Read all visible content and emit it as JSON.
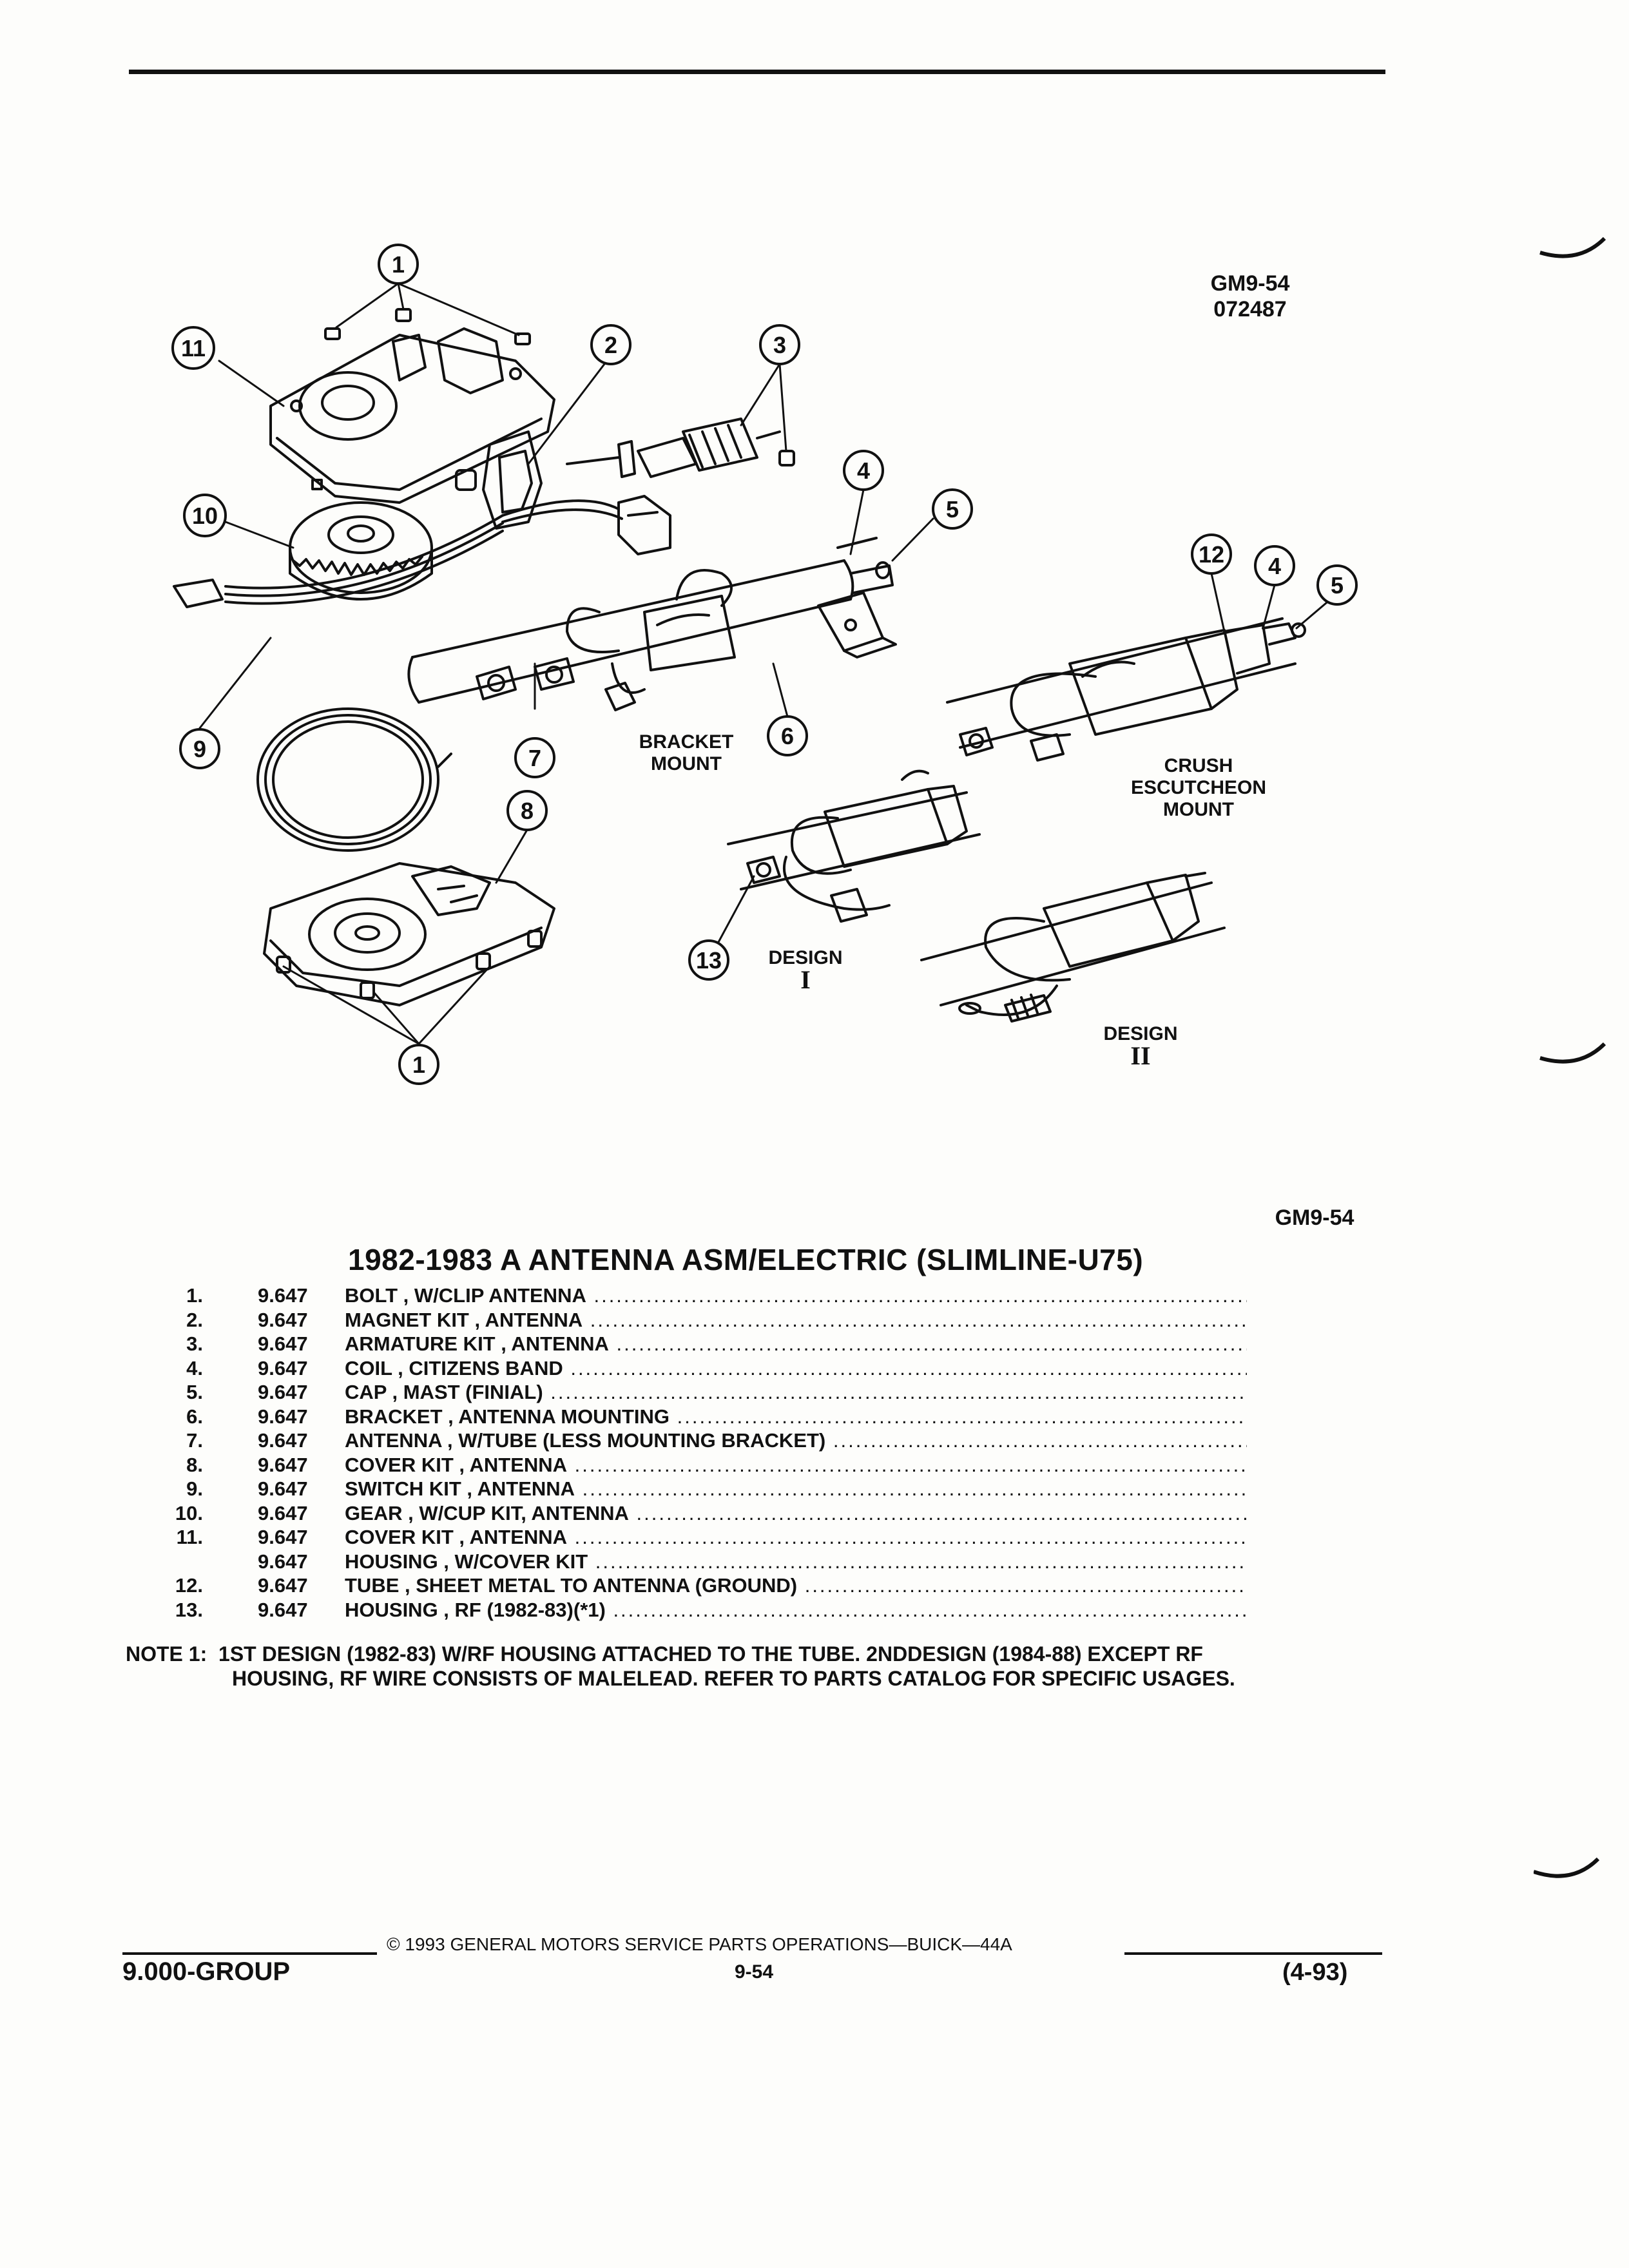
{
  "header": {
    "code": "GM9-54",
    "number": "072487"
  },
  "diagram": {
    "callouts": [
      "1",
      "2",
      "3",
      "4",
      "5",
      "6",
      "7",
      "8",
      "9",
      "10",
      "11",
      "12",
      "13"
    ],
    "labels": {
      "bracket_mount": [
        "BRACKET",
        "MOUNT"
      ],
      "crush_mount": [
        "CRUSH",
        "ESCUTCHEON",
        "MOUNT"
      ],
      "design_1": [
        "DESIGN",
        "I"
      ],
      "design_2": [
        "DESIGN",
        "II"
      ]
    },
    "figure_code": "GM9-54"
  },
  "title": "1982-1983 A ANTENNA ASM/ELECTRIC (SLIMLINE-U75)",
  "parts": [
    {
      "num": "1.",
      "pn": "9.647",
      "desc": "BOLT , W/CLIP ANTENNA"
    },
    {
      "num": "2.",
      "pn": "9.647",
      "desc": "MAGNET KIT , ANTENNA"
    },
    {
      "num": "3.",
      "pn": "9.647",
      "desc": "ARMATURE KIT , ANTENNA"
    },
    {
      "num": "4.",
      "pn": "9.647",
      "desc": "COIL , CITIZENS BAND"
    },
    {
      "num": "5.",
      "pn": "9.647",
      "desc": "CAP , MAST (FINIAL)"
    },
    {
      "num": "6.",
      "pn": "9.647",
      "desc": "BRACKET , ANTENNA MOUNTING"
    },
    {
      "num": "7.",
      "pn": "9.647",
      "desc": "ANTENNA , W/TUBE (LESS MOUNTING BRACKET)"
    },
    {
      "num": "8.",
      "pn": "9.647",
      "desc": "COVER KIT , ANTENNA"
    },
    {
      "num": "9.",
      "pn": "9.647",
      "desc": "SWITCH KIT , ANTENNA"
    },
    {
      "num": "10.",
      "pn": "9.647",
      "desc": "GEAR , W/CUP KIT, ANTENNA"
    },
    {
      "num": "11.",
      "pn": "9.647",
      "desc": "COVER KIT , ANTENNA"
    },
    {
      "num": "",
      "pn": "9.647",
      "desc": "HOUSING , W/COVER KIT"
    },
    {
      "num": "12.",
      "pn": "9.647",
      "desc": "TUBE , SHEET METAL TO ANTENNA (GROUND)"
    },
    {
      "num": "13.",
      "pn": "9.647",
      "desc": "HOUSING , RF (1982-83)(*1)"
    }
  ],
  "note": {
    "label": "NOTE  1:",
    "line1": "1ST DESIGN (1982-83) W/RF HOUSING ATTACHED TO THE TUBE. 2NDDESIGN (1984-88) EXCEPT RF",
    "line2": "HOUSING, RF WIRE CONSISTS OF MALELEAD. REFER TO PARTS CATALOG FOR SPECIFIC USAGES."
  },
  "footer": {
    "copyright": "© 1993  GENERAL MOTORS SERVICE PARTS OPERATIONS—BUICK—44A",
    "group": "9.000-GROUP",
    "page": "9-54",
    "date": "(4-93)"
  }
}
